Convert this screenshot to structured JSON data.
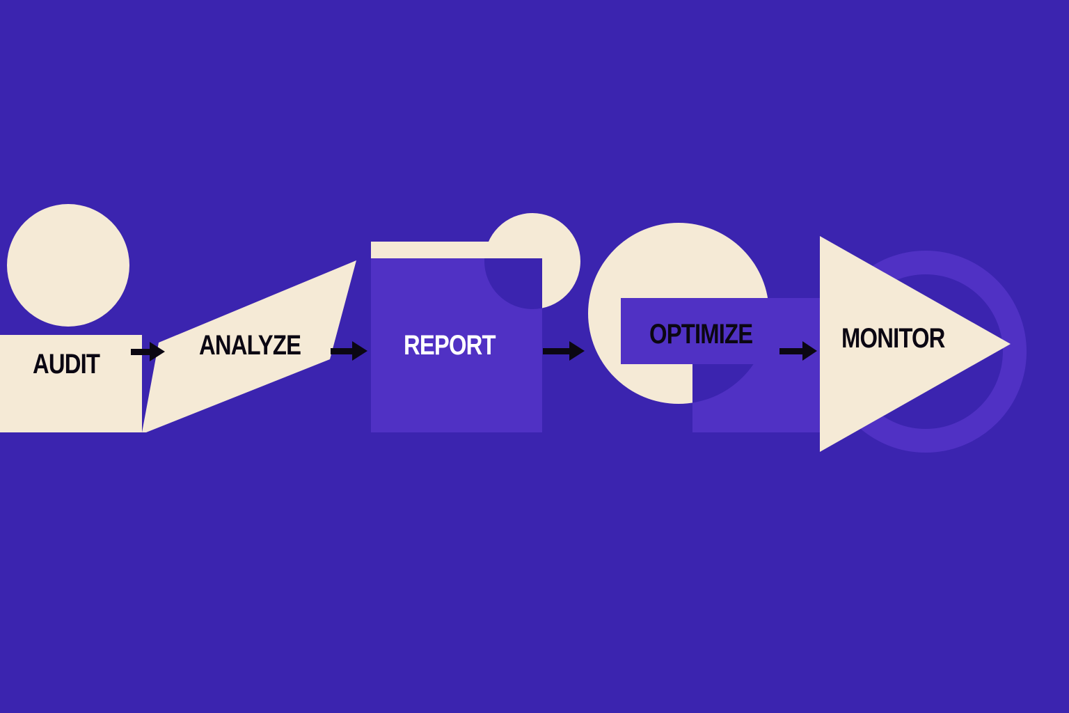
{
  "colors": {
    "background": "#3b24af",
    "cream": "#f5ead6",
    "violet": "#5031c4",
    "dark_text": "#0b0712",
    "light_text": "#ffffff"
  },
  "steps": [
    {
      "label": "AUDIT"
    },
    {
      "label": "ANALYZE"
    },
    {
      "label": "REPORT"
    },
    {
      "label": "OPTIMIZE"
    },
    {
      "label": "MONITOR"
    }
  ],
  "arrows": [
    {
      "from": "AUDIT",
      "to": "ANALYZE",
      "icon": "arrow-right-icon"
    },
    {
      "from": "ANALYZE",
      "to": "REPORT",
      "icon": "arrow-right-icon"
    },
    {
      "from": "REPORT",
      "to": "OPTIMIZE",
      "icon": "arrow-right-icon"
    },
    {
      "from": "OPTIMIZE",
      "to": "MONITOR",
      "icon": "arrow-right-icon"
    }
  ]
}
